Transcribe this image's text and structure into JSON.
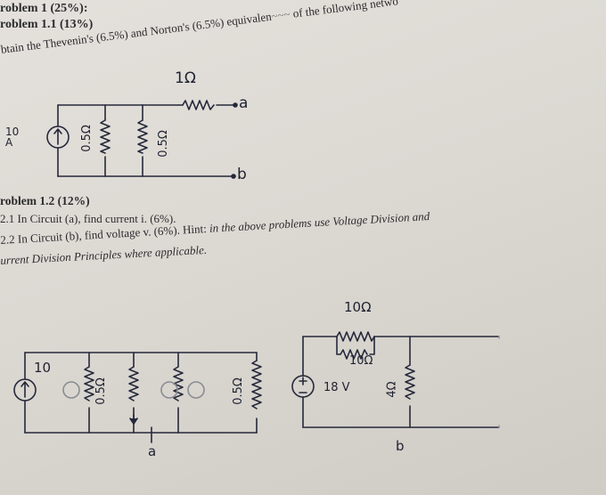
{
  "problem": {
    "title": "roblem 1 (25%):",
    "sub1": "roblem 1.1 (13%)",
    "instruction_prefix": "btain the Thevenin's (6.5%) and Norton's (6.5%) equivalen",
    "instruction_suffix": "of the following netwo",
    "sub2": "roblem 1.2 (12%)",
    "q1": "2.1 In Circuit (a), find current i. (6%).",
    "q2": "2.2 In Circuit (b), find voltage v. (6%). Hint:",
    "hint": "in the above problems use Voltage Division and",
    "q3": "urrent Division Principles where applicable."
  },
  "circuit1": {
    "top_resistor": "1Ω",
    "terminal_a": "a",
    "terminal_b": "b",
    "source": "10 A",
    "r1": "0.5Ω",
    "r2": "0.5Ω"
  },
  "circuit_a": {
    "source": "10",
    "r1": "0.5Ω",
    "label": "a",
    "r_right": "0.5Ω"
  },
  "circuit_b": {
    "r_top": "10Ω",
    "r_mid": "10Ω",
    "source": "18 V",
    "r_right": "4Ω",
    "label": "b"
  }
}
